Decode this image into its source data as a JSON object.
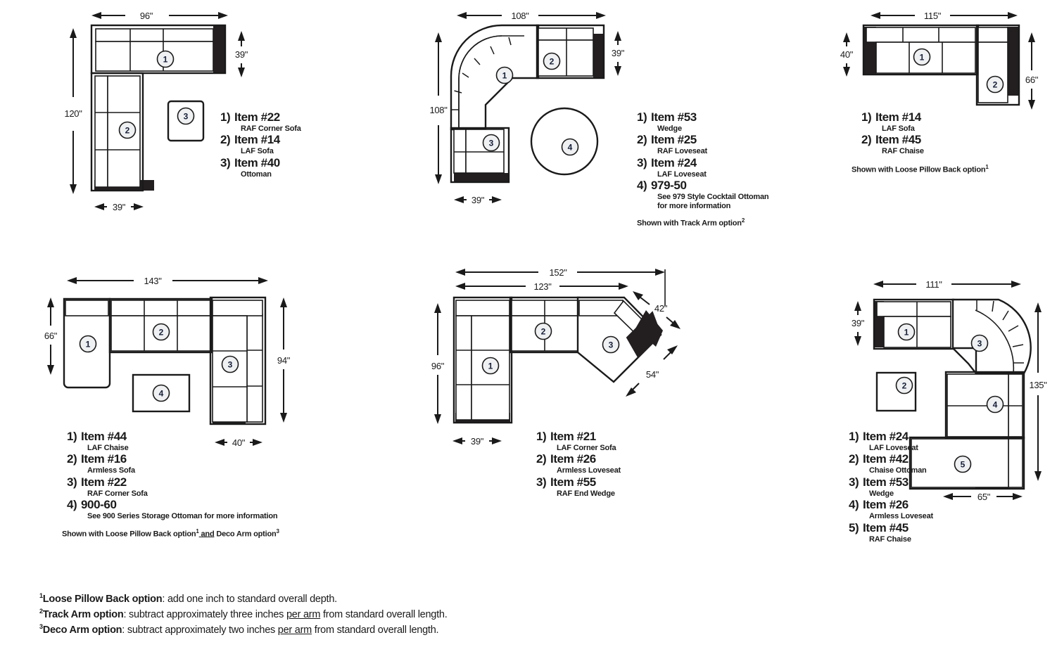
{
  "page": {
    "title": "Sectional Configuration Diagrams"
  },
  "configs": [
    {
      "id": "config-1",
      "dims": {
        "top": "96\"",
        "left": "120\"",
        "right": "39\"",
        "bottom": "39\""
      },
      "callouts": [
        "1",
        "2",
        "3"
      ],
      "legend": [
        {
          "num": "1)",
          "item": "Item #22",
          "desc": "RAF Corner Sofa"
        },
        {
          "num": "2)",
          "item": "Item #14",
          "desc": "LAF Sofa"
        },
        {
          "num": "3)",
          "item": "Item #40",
          "desc": "Ottoman"
        }
      ],
      "note": null
    },
    {
      "id": "config-2",
      "dims": {
        "top": "108\"",
        "left": "108\"",
        "right": "39\"",
        "bottom": "39\""
      },
      "callouts": [
        "1",
        "2",
        "3",
        "4"
      ],
      "legend": [
        {
          "num": "1)",
          "item": "Item #53",
          "desc": "Wedge"
        },
        {
          "num": "2)",
          "item": "Item #25",
          "desc": "RAF Loveseat"
        },
        {
          "num": "3)",
          "item": "Item #24",
          "desc": "LAF Loveseat"
        },
        {
          "num": "4)",
          "item": "979-50",
          "desc": "See 979 Style Cocktail Ottoman for more information"
        }
      ],
      "note": "Shown with Track Arm option",
      "note_sup": "2"
    },
    {
      "id": "config-3",
      "dims": {
        "top": "115\"",
        "left": "40\"",
        "right": "66\""
      },
      "callouts": [
        "1",
        "2"
      ],
      "legend": [
        {
          "num": "1)",
          "item": "Item #14",
          "desc": "LAF Sofa"
        },
        {
          "num": "2)",
          "item": "Item #45",
          "desc": "RAF Chaise"
        }
      ],
      "note": "Shown with Loose Pillow Back option",
      "note_sup": "1"
    },
    {
      "id": "config-4",
      "dims": {
        "top": "143\"",
        "left": "66\"",
        "right": "94\"",
        "bottom": "40\""
      },
      "callouts": [
        "1",
        "2",
        "3",
        "4"
      ],
      "legend": [
        {
          "num": "1)",
          "item": "Item #44",
          "desc": "LAF Chaise"
        },
        {
          "num": "2)",
          "item": "Item #16",
          "desc": "Armless Sofa"
        },
        {
          "num": "3)",
          "item": "Item #22",
          "desc": "RAF Corner Sofa"
        },
        {
          "num": "4)",
          "item": "900-60",
          "desc": "See 900 Series Storage Ottoman for more information"
        }
      ],
      "note": "Shown with Loose Pillow Back option",
      "note_sup": "1",
      "note2": " and Deco Arm option",
      "note2_sup": "3"
    },
    {
      "id": "config-5",
      "dims": {
        "top": "152\"",
        "top2": "123\"",
        "left": "96\"",
        "bottom": "39\"",
        "diag1": "42\"",
        "diag2": "54\""
      },
      "callouts": [
        "1",
        "2",
        "3"
      ],
      "legend": [
        {
          "num": "1)",
          "item": "Item #21",
          "desc": "LAF Corner Sofa"
        },
        {
          "num": "2)",
          "item": "Item #26",
          "desc": "Armless Loveseat"
        },
        {
          "num": "3)",
          "item": "Item #55",
          "desc": "RAF End Wedge"
        }
      ],
      "note": null
    },
    {
      "id": "config-6",
      "dims": {
        "top": "111\"",
        "left": "39\"",
        "right": "135\"",
        "bottom": "65\""
      },
      "callouts": [
        "1",
        "2",
        "3",
        "4",
        "5"
      ],
      "legend": [
        {
          "num": "1)",
          "item": "Item #24",
          "desc": "LAF Loveseat"
        },
        {
          "num": "2)",
          "item": "Item #42",
          "desc": "Chaise Ottoman"
        },
        {
          "num": "3)",
          "item": "Item #53",
          "desc": "Wedge"
        },
        {
          "num": "4)",
          "item": "Item #26",
          "desc": "Armless Loveseat"
        },
        {
          "num": "5)",
          "item": "Item #45",
          "desc": "RAF Chaise"
        }
      ],
      "note": null
    }
  ],
  "footnotes": [
    {
      "sup": "1",
      "term": "Loose Pillow Back option",
      "rest": ": add one inch to standard overall depth.",
      "underline": null
    },
    {
      "sup": "2",
      "term": "Track Arm option",
      "rest": ": subtract approximately three inches ",
      "underline": "per arm",
      "rest2": " from standard overall length."
    },
    {
      "sup": "3",
      "term": "Deco Arm option",
      "rest": ": subtract approximately two inches ",
      "underline": "per arm",
      "rest2": " from standard overall length."
    }
  ],
  "colors": {
    "stroke": "#1a1a1a",
    "arm_fill": "#231f20",
    "callout_fill": "#eff0f2",
    "body_fill": "#ffffff"
  }
}
